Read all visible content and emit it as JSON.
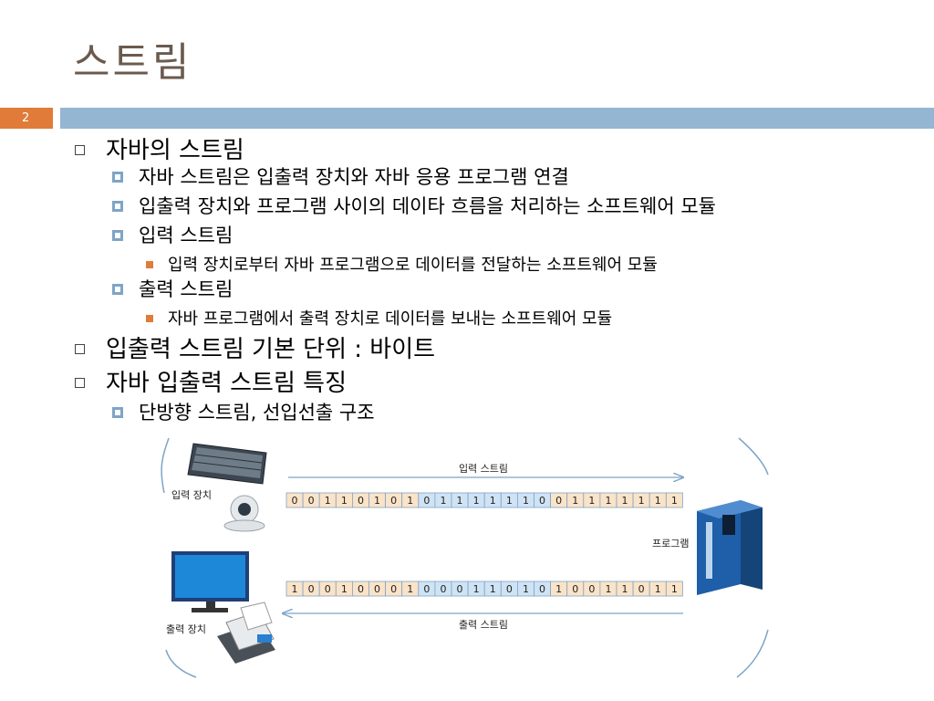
{
  "slide": {
    "title": "스트림",
    "number": "2"
  },
  "bullets": {
    "b1": "자바의 스트림",
    "b1_1": "자바 스트림은 입출력 장치와 자바 응용 프로그램 연결",
    "b1_2": "입출력 장치와 프로그램 사이의 데이타 흐름을 처리하는 소프트웨어 모듈",
    "b1_3": "입력 스트림",
    "b1_3_1": "입력 장치로부터 자바 프로그램으로 데이터를 전달하는 소프트웨어 모듈",
    "b1_4": "출력 스트림",
    "b1_4_1": "자바 프로그램에서 출력 장치로 데이터를 보내는 소프트웨어 모듈",
    "b2": "입출력 스트림 기본 단위 : 바이트",
    "b3": "자바 입출력 스트림 특징",
    "b3_1": "단방향 스트림, 선입선출 구조"
  },
  "diagram": {
    "input_stream_label": "입력 스트림",
    "output_stream_label": "출력 스트림",
    "input_device_label": "입력 장치",
    "output_device_label": "출력 장치",
    "program_label": "프로그램",
    "input_bits": "001101010111111001111111",
    "output_bits": "100100010001101010011011",
    "colors": {
      "peach": "#fbe3c8",
      "blue": "#cfe3f4",
      "border": "#7ea4c8"
    }
  }
}
